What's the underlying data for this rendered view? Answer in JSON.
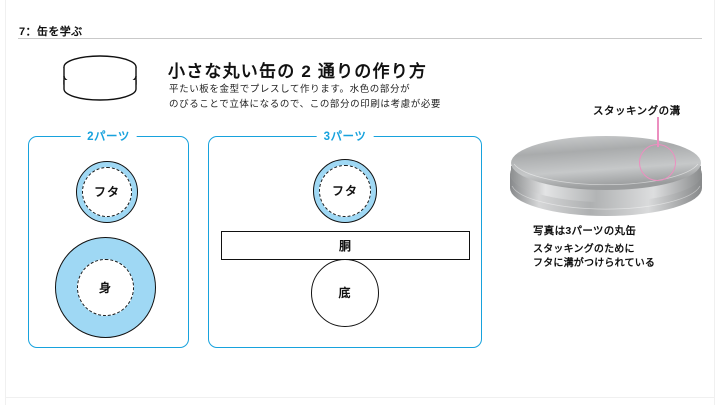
{
  "header": {
    "label": "7：缶を学ぶ"
  },
  "title": {
    "main": "小さな丸い缶の 2 通りの作り方",
    "sub_line1": "平たい板を金型でプレスして作ります。水色の部分が",
    "sub_line2": "のびることで立体になるので、この部分の印刷は考慮が必要"
  },
  "icons": {
    "can_line_icon": "round-can-icon"
  },
  "diagram": {
    "two_parts": {
      "legend": "2パーツ",
      "lid_label": "フタ",
      "body_label": "身"
    },
    "three_parts": {
      "legend": "3パーツ",
      "lid_label": "フタ",
      "barrel_label": "胴",
      "bottom_label": "底"
    }
  },
  "photo": {
    "annotation_label": "スタッキングの溝",
    "caption_title": "写真は3パーツの丸缶",
    "caption_line1": "スタッキングのために",
    "caption_line2": "フタに溝がつけられている"
  },
  "colors": {
    "accent_blue": "#17a2dd",
    "fill_blue": "#9fd8f4",
    "annotation_pink": "#ec8fc0",
    "ink": "#111111",
    "rule_gray": "#c9c9c9"
  }
}
